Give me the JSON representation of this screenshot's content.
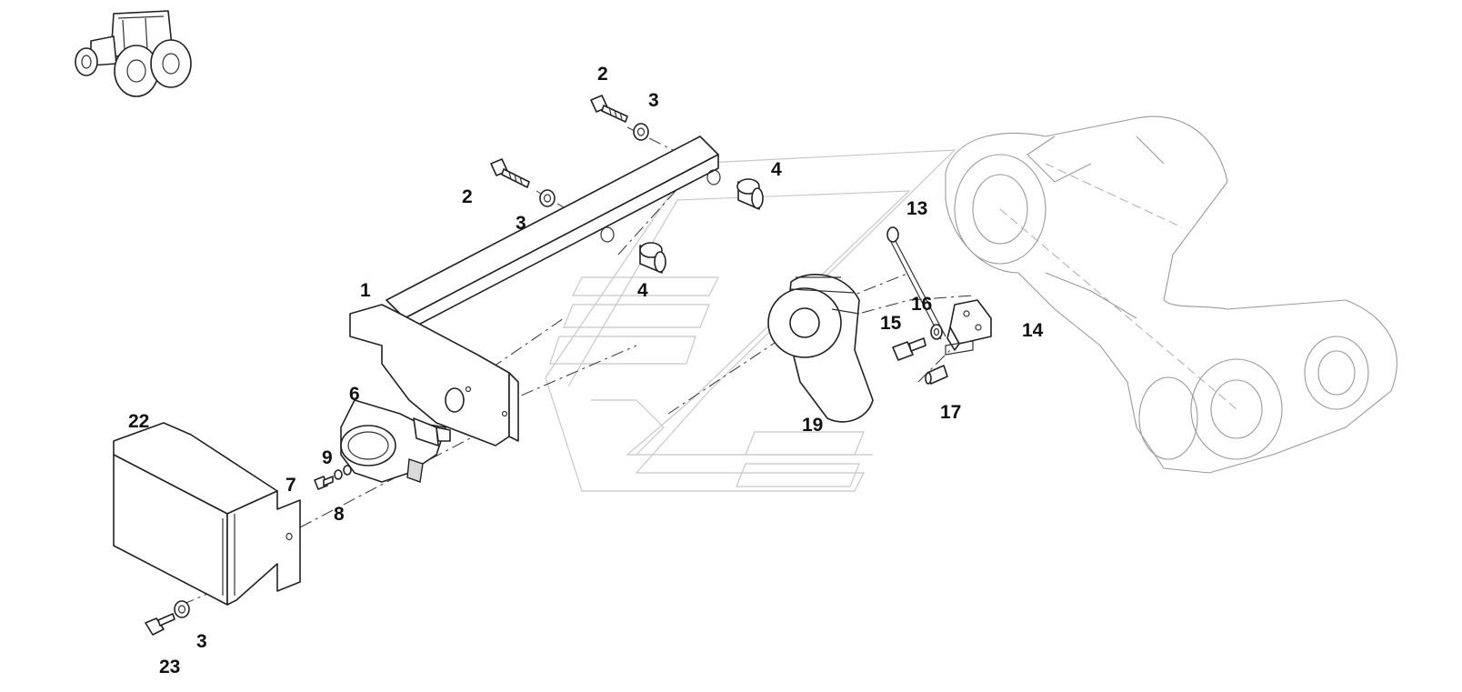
{
  "diagram": {
    "callouts": [
      {
        "id": "c-2a",
        "text": "2"
      },
      {
        "id": "c-3a",
        "text": "3"
      },
      {
        "id": "c-4a",
        "text": "4"
      },
      {
        "id": "c-2b",
        "text": "2"
      },
      {
        "id": "c-3b",
        "text": "3"
      },
      {
        "id": "c-4b",
        "text": "4"
      },
      {
        "id": "c-1",
        "text": "1"
      },
      {
        "id": "c-13",
        "text": "13"
      },
      {
        "id": "c-16",
        "text": "16"
      },
      {
        "id": "c-15",
        "text": "15"
      },
      {
        "id": "c-14",
        "text": "14"
      },
      {
        "id": "c-6",
        "text": "6"
      },
      {
        "id": "c-22",
        "text": "22"
      },
      {
        "id": "c-19",
        "text": "19"
      },
      {
        "id": "c-17",
        "text": "17"
      },
      {
        "id": "c-9",
        "text": "9"
      },
      {
        "id": "c-7",
        "text": "7"
      },
      {
        "id": "c-8",
        "text": "8"
      },
      {
        "id": "c-3c",
        "text": "3"
      },
      {
        "id": "c-23",
        "text": "23"
      }
    ]
  },
  "colors": {
    "line": "#222222",
    "ghost": "#9a9a9a",
    "watermark": "#c8c8c8"
  },
  "icons": {
    "tractor": "tractor-icon",
    "watermark": "watermark-logo"
  }
}
